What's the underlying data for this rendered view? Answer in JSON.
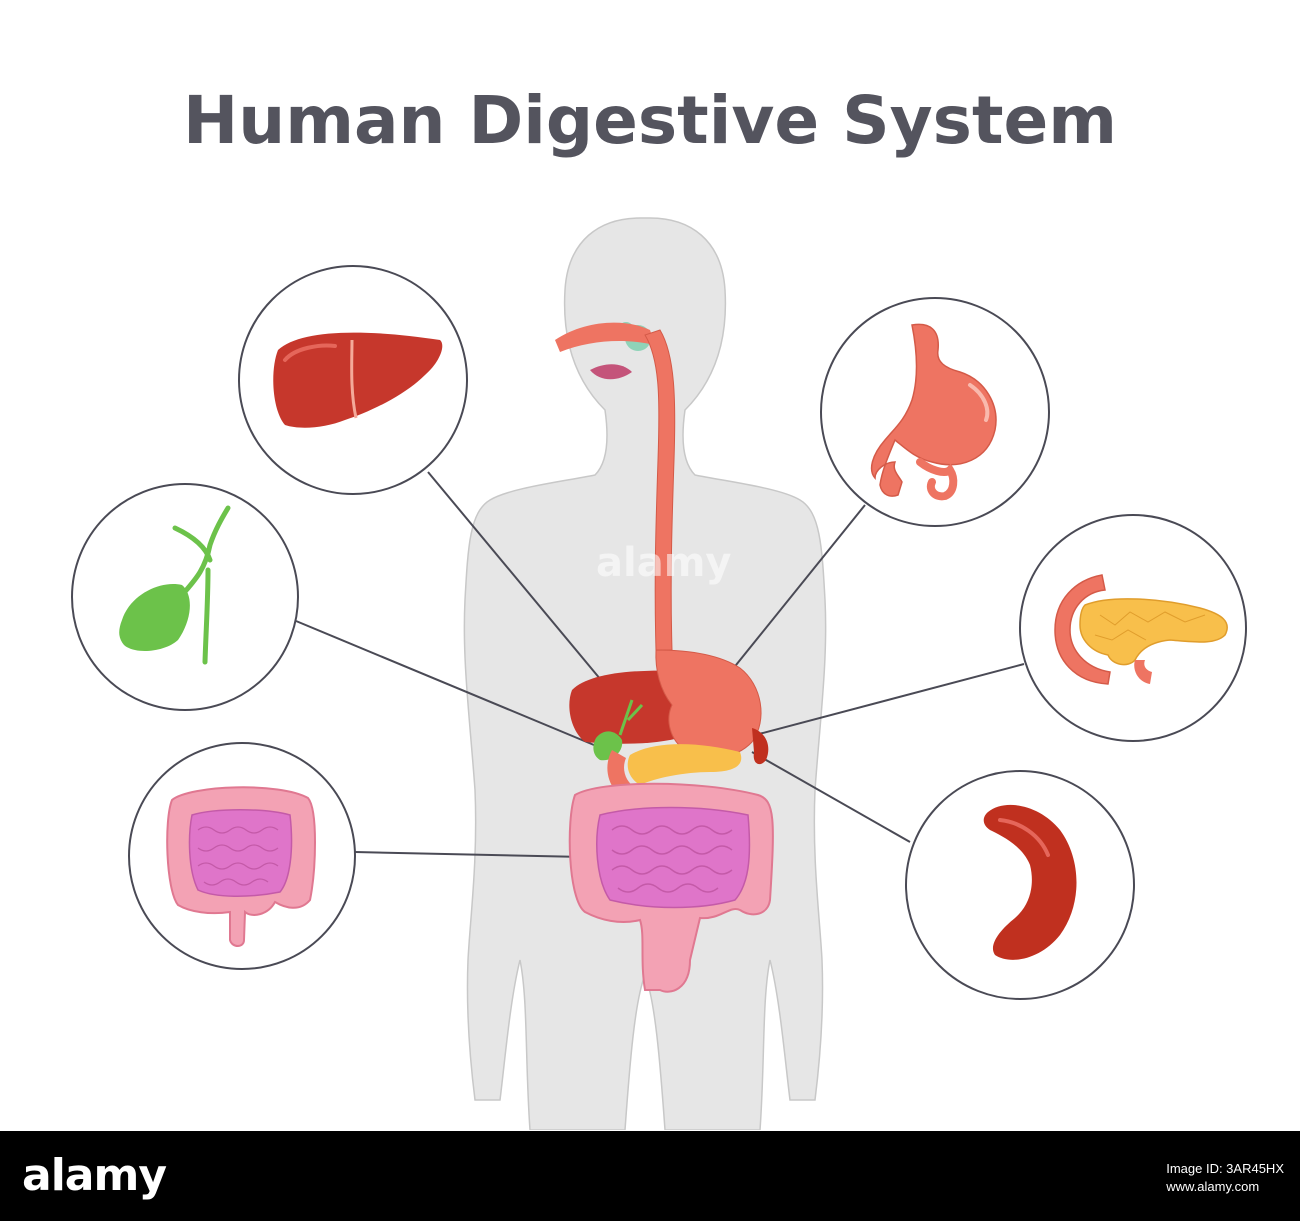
{
  "title": "Human Digestive System",
  "watermark": {
    "brand": "alamy",
    "line1": "Image ID: 3AR45HX",
    "line2": "www.alamy.com"
  },
  "organs": [
    {
      "name": "liver",
      "icon": "liver-icon"
    },
    {
      "name": "gallbladder",
      "icon": "gallbladder-icon"
    },
    {
      "name": "intestines",
      "icon": "intestines-icon"
    },
    {
      "name": "stomach",
      "icon": "stomach-icon"
    },
    {
      "name": "pancreas",
      "icon": "pancreas-icon"
    },
    {
      "name": "spleen",
      "icon": "spleen-icon"
    }
  ],
  "colors": {
    "body": "#e6e6e6",
    "body_outline": "#c8c8c8",
    "text": "#54545e",
    "liver": "#c6372c",
    "stomach": "#ee7462",
    "gallbladder": "#6cc24a",
    "intestine_large": "#f3a2b4",
    "intestine_small": "#df75c9",
    "pancreas": "#f8bf4b",
    "spleen": "#c0301f",
    "callout_line": "#4a4a55"
  }
}
